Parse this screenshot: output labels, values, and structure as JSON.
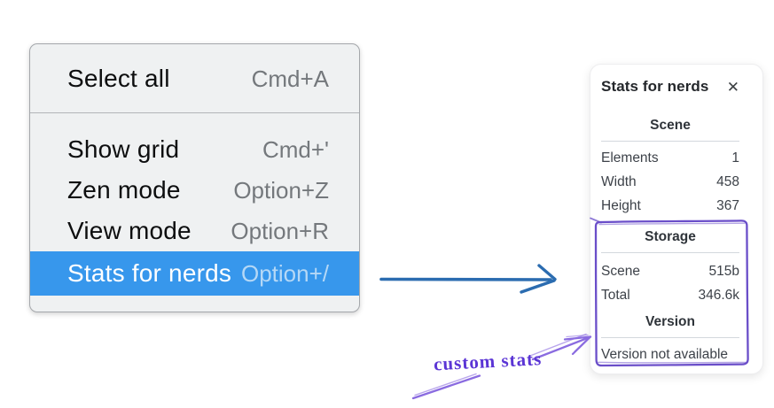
{
  "menu": {
    "items": [
      {
        "label": "Select all",
        "shortcut": "Cmd+A"
      },
      {
        "label": "Show grid",
        "shortcut": "Cmd+'"
      },
      {
        "label": "Zen mode",
        "shortcut": "Option+Z"
      },
      {
        "label": "View mode",
        "shortcut": "Option+R"
      },
      {
        "label": "Stats for nerds",
        "shortcut": "Option+/"
      }
    ],
    "highlighted_item": "Stats for nerds"
  },
  "stats_panel": {
    "title": "Stats for nerds",
    "close_icon": "✕",
    "scene_section": {
      "heading": "Scene",
      "rows": [
        {
          "label": "Elements",
          "value": "1"
        },
        {
          "label": "Width",
          "value": "458"
        },
        {
          "label": "Height",
          "value": "367"
        }
      ]
    },
    "storage_section": {
      "heading": "Storage",
      "rows": [
        {
          "label": "Scene",
          "value": "515b"
        },
        {
          "label": "Total",
          "value": "346.6k"
        }
      ]
    },
    "version_section": {
      "heading": "Version",
      "note": "Version not available"
    }
  },
  "annotation": {
    "label": "custom stats"
  },
  "colors": {
    "menu_highlight": "#3797ec",
    "menu_background": "#eff1f2",
    "blue_arrow": "#2b6cb0",
    "purple_box": "#6a4ec9",
    "purple_arrow": "#8a6be0",
    "annotation_text": "#5b35d5"
  }
}
